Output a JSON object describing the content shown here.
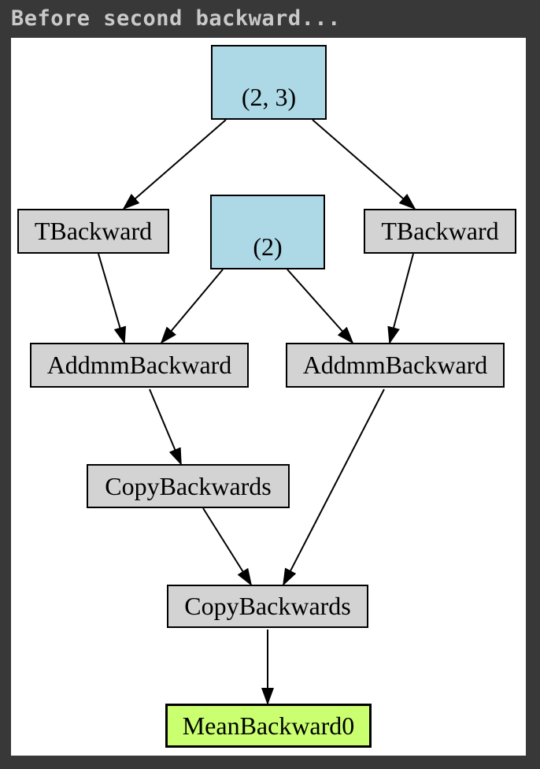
{
  "title": "Before second backward...",
  "colors": {
    "background": "#383838",
    "canvas": "#ffffff",
    "title_text": "#c9c9c9",
    "tensor_fill": "#add8e6",
    "op_fill": "#d3d3d3",
    "output_fill": "#caff70",
    "edge_stroke": "#000000",
    "node_border": "#000000"
  },
  "graph": {
    "nodes": [
      {
        "id": "tensor-2-3",
        "label": "(2, 3)",
        "type": "tensor"
      },
      {
        "id": "tbackward-left",
        "label": "TBackward",
        "type": "op"
      },
      {
        "id": "tensor-2",
        "label": "(2)",
        "type": "tensor"
      },
      {
        "id": "tbackward-right",
        "label": "TBackward",
        "type": "op"
      },
      {
        "id": "addmm-left",
        "label": "AddmmBackward",
        "type": "op"
      },
      {
        "id": "addmm-right",
        "label": "AddmmBackward",
        "type": "op"
      },
      {
        "id": "copy-1",
        "label": "CopyBackwards",
        "type": "op"
      },
      {
        "id": "copy-2",
        "label": "CopyBackwards",
        "type": "op"
      },
      {
        "id": "mean-backward-0",
        "label": "MeanBackward0",
        "type": "output"
      }
    ],
    "edges": [
      {
        "from": "tensor-2-3",
        "to": "tbackward-left"
      },
      {
        "from": "tensor-2-3",
        "to": "tbackward-right"
      },
      {
        "from": "tbackward-left",
        "to": "addmm-left"
      },
      {
        "from": "tensor-2",
        "to": "addmm-left"
      },
      {
        "from": "tensor-2",
        "to": "addmm-right"
      },
      {
        "from": "tbackward-right",
        "to": "addmm-right"
      },
      {
        "from": "addmm-left",
        "to": "copy-1"
      },
      {
        "from": "addmm-right",
        "to": "copy-2"
      },
      {
        "from": "copy-1",
        "to": "copy-2"
      },
      {
        "from": "copy-2",
        "to": "mean-backward-0"
      }
    ]
  }
}
